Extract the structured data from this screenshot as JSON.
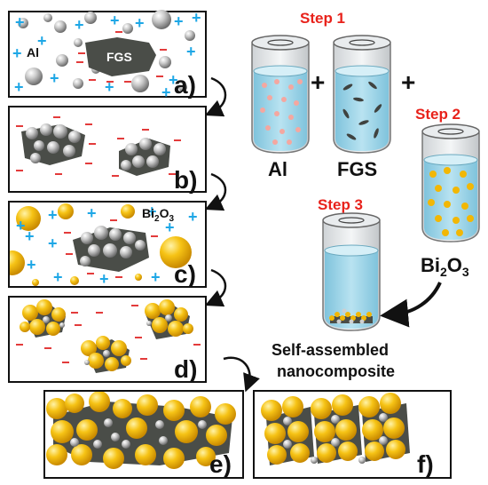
{
  "panels": {
    "a": {
      "letter": "a)",
      "al": "Al",
      "fgs": "FGS"
    },
    "b": {
      "letter": "b)"
    },
    "c": {
      "letter": "c)",
      "bi_base": "Bi",
      "bi_sub1": "2",
      "bi_mid": "O",
      "bi_sub2": "3"
    },
    "d": {
      "letter": "d)"
    },
    "e": {
      "letter": "e)"
    },
    "f": {
      "letter": "f)"
    }
  },
  "steps": {
    "step1": "Step 1",
    "step2": "Step 2",
    "step3": "Step 3",
    "plus": "+"
  },
  "vials": {
    "al": "Al",
    "fgs": "FGS",
    "bi_base": "Bi",
    "bi_sub1": "2",
    "bi_mid": "O",
    "bi_sub2": "3"
  },
  "result": {
    "line1": "Self-assembled",
    "line2": "nanocomposite"
  },
  "colors": {
    "al_particle": "#b8b8b8",
    "fgs_sheet": "#4a4d48",
    "bi2o3_particle": "#f2b705",
    "positive": "#1ea7e6",
    "negative": "#e33b3b",
    "liquid": "#a7d7e8",
    "step_text": "#e8221b"
  }
}
